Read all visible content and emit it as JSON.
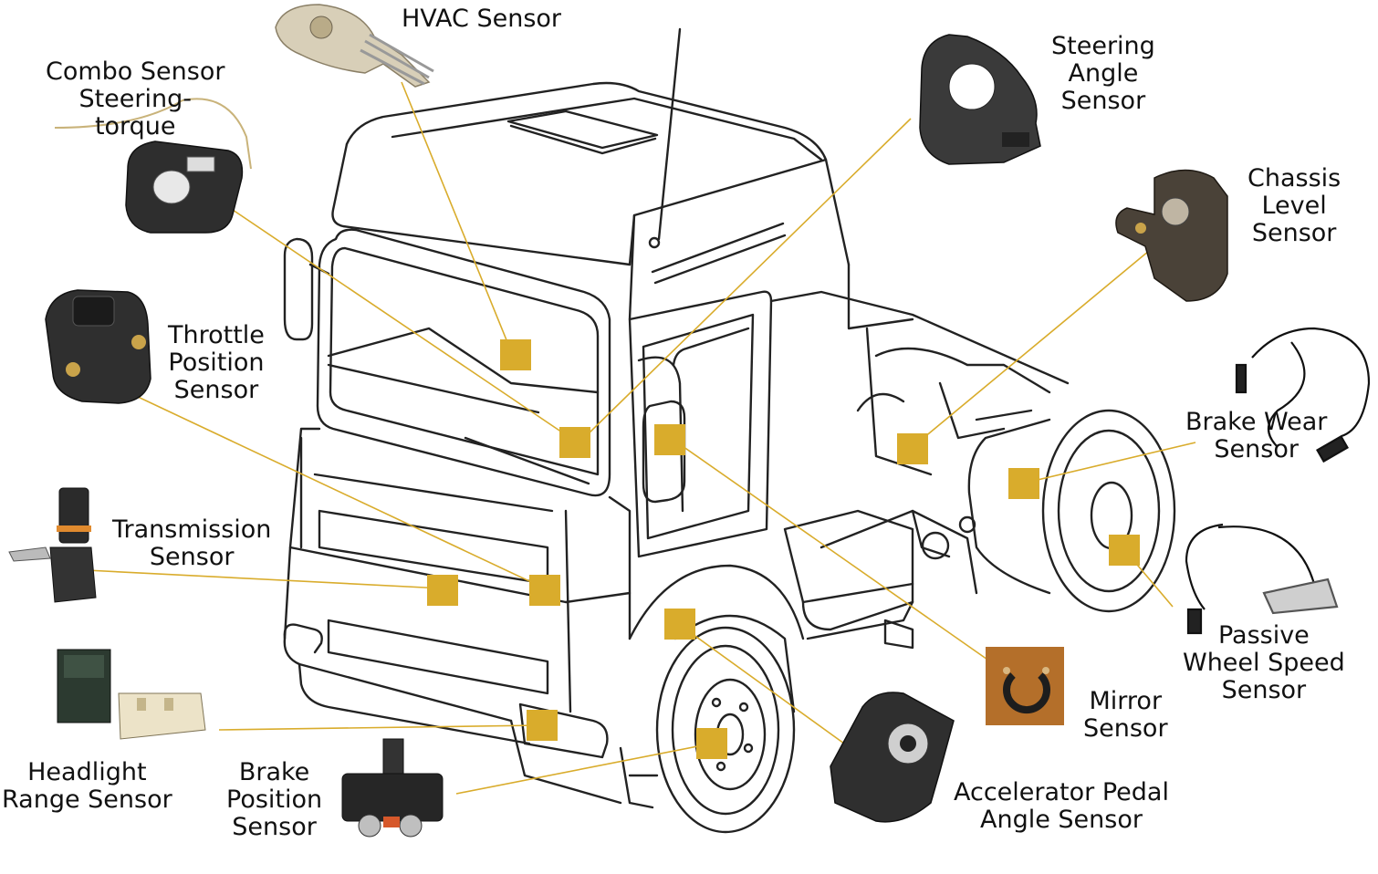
{
  "diagram": {
    "accent_color": "#d9ac2c",
    "line_color": "#222222",
    "sensor_labels": {
      "hvac": [
        "HVAC Sensor"
      ],
      "combo": [
        "Combo Sensor",
        "Steering-",
        "torque"
      ],
      "steering_angle": [
        "Steering",
        "Angle",
        "Sensor"
      ],
      "chassis_level": [
        "Chassis",
        "Level",
        "Sensor"
      ],
      "throttle": [
        "Throttle",
        "Position",
        "Sensor"
      ],
      "brake_wear": [
        "Brake Wear",
        "Sensor"
      ],
      "transmission": [
        "Transmission",
        "Sensor"
      ],
      "passive_wheel": [
        "Passive",
        "Wheel Speed",
        "Sensor"
      ],
      "mirror": [
        "Mirror",
        "Sensor"
      ],
      "headlight": [
        "Headlight",
        "Range Sensor"
      ],
      "brake_position": [
        "Brake",
        "Position",
        "Sensor"
      ],
      "accelerator": [
        "Accelerator Pedal",
        "Angle Sensor"
      ]
    }
  }
}
